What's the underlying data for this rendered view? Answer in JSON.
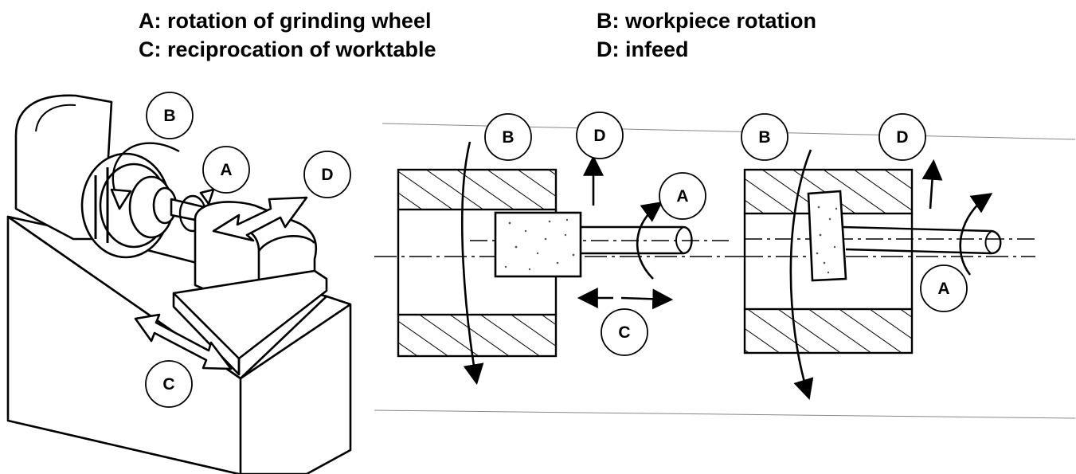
{
  "legend": {
    "a": "A: rotation of grinding wheel",
    "b": "B: workpiece rotation",
    "c": "C: reciprocation of worktable",
    "d": "D: infeed"
  },
  "labels": {
    "machine": {
      "a": "A",
      "b": "B",
      "c": "C",
      "d": "D"
    },
    "section1": {
      "a": "A",
      "b": "B",
      "c": "C",
      "d": "D"
    },
    "section2": {
      "a": "A",
      "b": "B",
      "d": "D"
    }
  },
  "colors": {
    "ink": "#000000",
    "paper": "#ffffff",
    "grit": "#555555"
  }
}
